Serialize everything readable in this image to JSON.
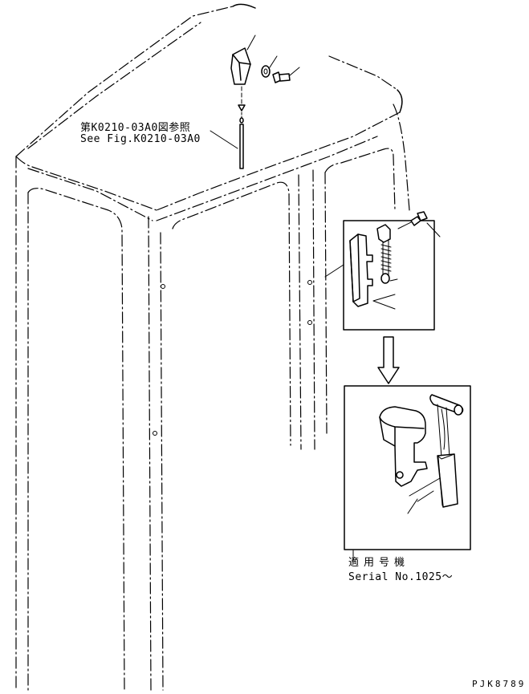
{
  "reference": {
    "jp": "第K0210-03A0図参照",
    "en": "See Fig.K0210-03A0"
  },
  "serial": {
    "jp": "適用号機",
    "en": "Serial No.1025～"
  },
  "drawing_code": "PJK8789"
}
